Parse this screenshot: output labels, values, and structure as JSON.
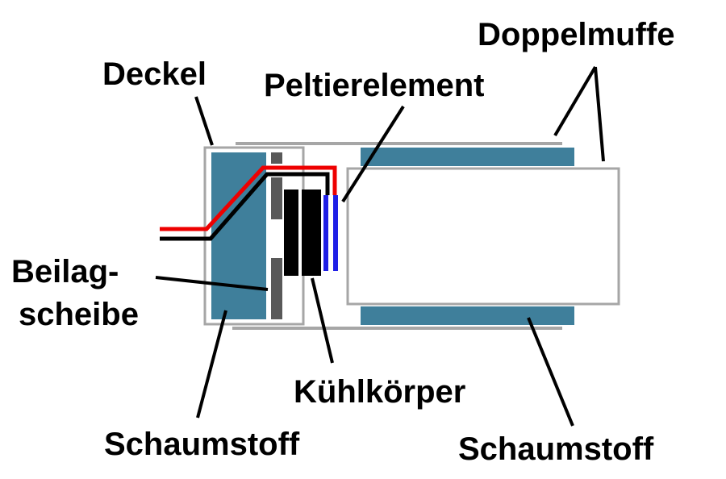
{
  "labels": {
    "deckel": "Deckel",
    "peltierelement": "Peltierelement",
    "doppelmuffe": "Doppelmuffe",
    "beilag_line1": "Beilag-",
    "beilag_line2": "scheibe",
    "kuehlkoerper": "Kühlkörper",
    "schaumstoff_left": "Schaumstoff",
    "schaumstoff_right": "Schaumstoff"
  },
  "colors": {
    "foam": "#3f7f9b",
    "outline_gray": "#a6a6a6",
    "washer_gray": "#595959",
    "heatsink": "#000000",
    "peltier": "#1f1fe6",
    "wire_red": "#ee0000",
    "wire_black": "#000000",
    "leader_line": "#000000"
  }
}
